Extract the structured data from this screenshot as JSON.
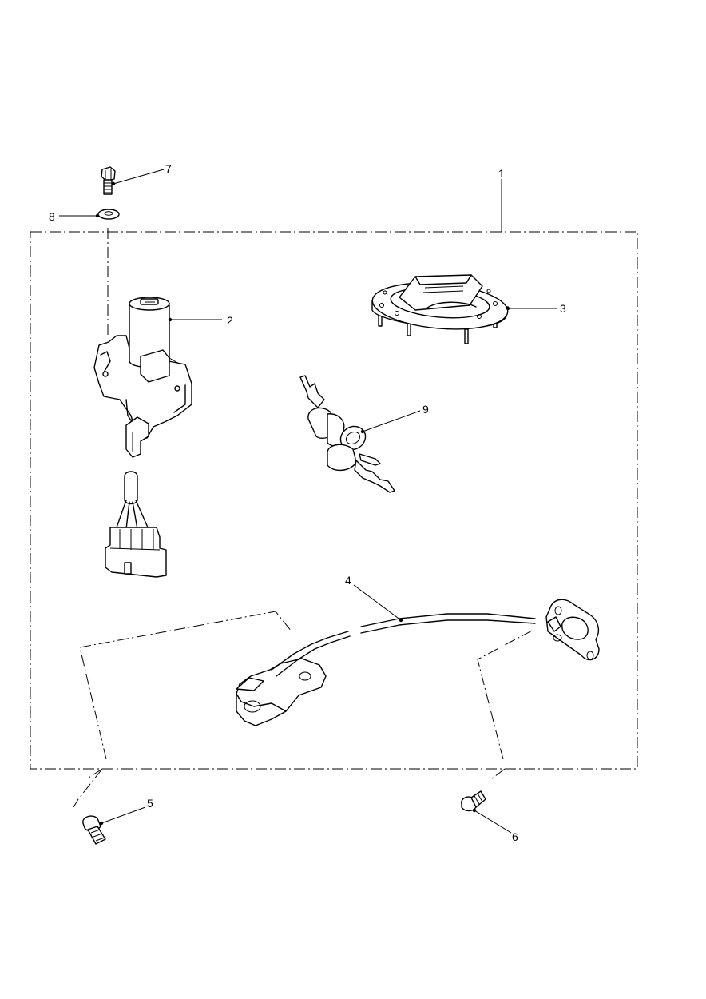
{
  "callouts": [
    {
      "id": "1",
      "part": "kit-boundary"
    },
    {
      "id": "2",
      "part": "ignition-switch"
    },
    {
      "id": "3",
      "part": "fuel-cap"
    },
    {
      "id": "4",
      "part": "seat-lock-cable"
    },
    {
      "id": "5",
      "part": "screw-left"
    },
    {
      "id": "6",
      "part": "screw-right"
    },
    {
      "id": "7",
      "part": "bolt"
    },
    {
      "id": "8",
      "part": "washer"
    },
    {
      "id": "9",
      "part": "keys"
    }
  ]
}
